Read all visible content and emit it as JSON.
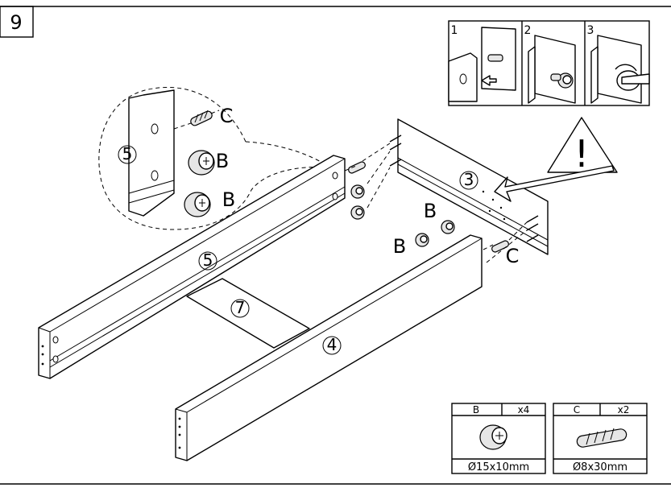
{
  "step": {
    "number": "9"
  },
  "panels": {
    "p3": "3",
    "p4": "4",
    "p5": "5",
    "p7": "7",
    "detail_p5": "5"
  },
  "hardware_callouts": {
    "detail_c": "C",
    "detail_b1": "B",
    "detail_b2": "B",
    "mid_b": "B",
    "left_b": "B",
    "right_c": "C"
  },
  "warning": {
    "symbol": "!",
    "icon": "warning-triangle-icon"
  },
  "inset_steps": [
    "1",
    "2",
    "3"
  ],
  "parts_legend": [
    {
      "letter": "B",
      "qty": "x4",
      "size": "Ø15x10mm",
      "icon": "cam-lock-icon"
    },
    {
      "letter": "C",
      "qty": "x2",
      "size": "Ø8x30mm",
      "icon": "wood-dowel-icon"
    }
  ]
}
